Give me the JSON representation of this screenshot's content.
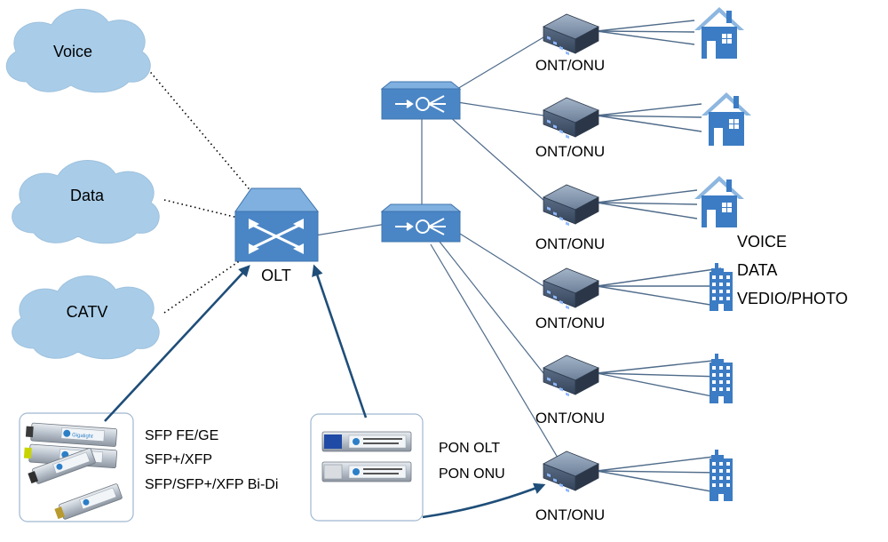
{
  "clouds": {
    "voice": "Voice",
    "data": "Data",
    "catv": "CATV"
  },
  "olt": {
    "label": "OLT"
  },
  "onts": [
    {
      "label": "ONT/ONU"
    },
    {
      "label": "ONT/ONU"
    },
    {
      "label": "ONT/ONU"
    },
    {
      "label": "ONT/ONU"
    },
    {
      "label": "ONT/ONU"
    },
    {
      "label": "ONT/ONU"
    }
  ],
  "services": [
    "VOICE",
    "DATA",
    "VEDIO/PHOTO"
  ],
  "module_box_1": {
    "lines": [
      "SFP FE/GE",
      "SFP+/XFP",
      "SFP/SFP+/XFP Bi-Di"
    ]
  },
  "module_box_2": {
    "lines": [
      "PON OLT",
      "PON ONU"
    ]
  },
  "module_brand": "Gigalight",
  "colors": {
    "device_blue": "#4a86c6",
    "cloud_blue": "#a9cde9",
    "arrow_navy": "#1f4e79",
    "line_gray": "#4f6b8a",
    "house_blue": "#3c7cc4",
    "box_border": "#9fb8d0"
  }
}
